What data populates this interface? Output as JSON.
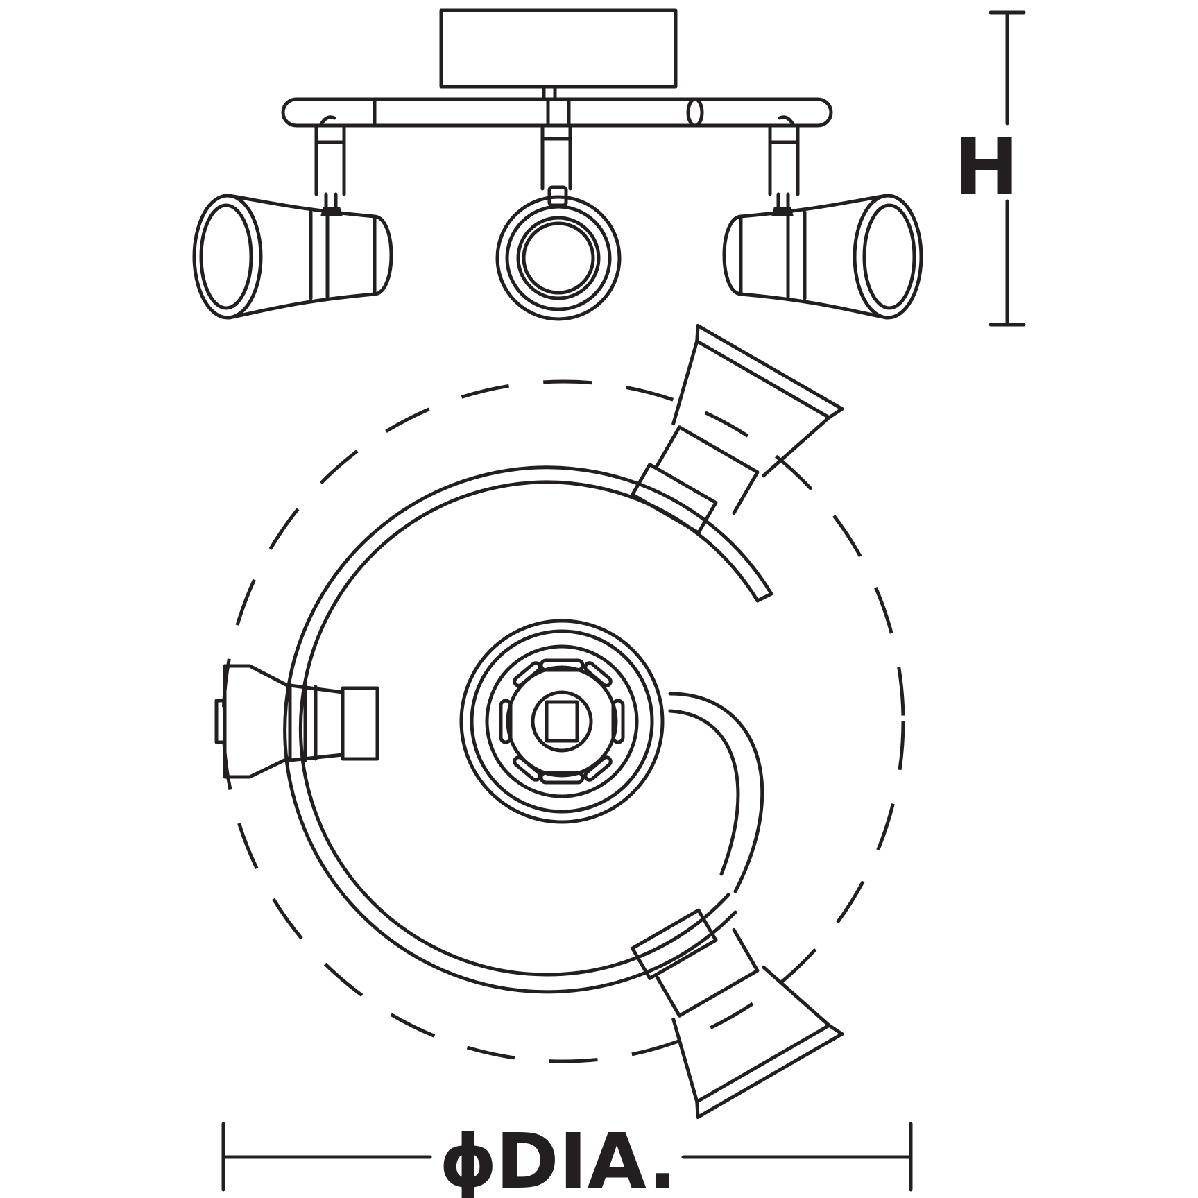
{
  "dimensions": {
    "height_label": "H",
    "diameter_symbol": "ϕ",
    "diameter_label": "DIA."
  },
  "colors": {
    "line": "#231f20",
    "background": "#ffffff"
  }
}
